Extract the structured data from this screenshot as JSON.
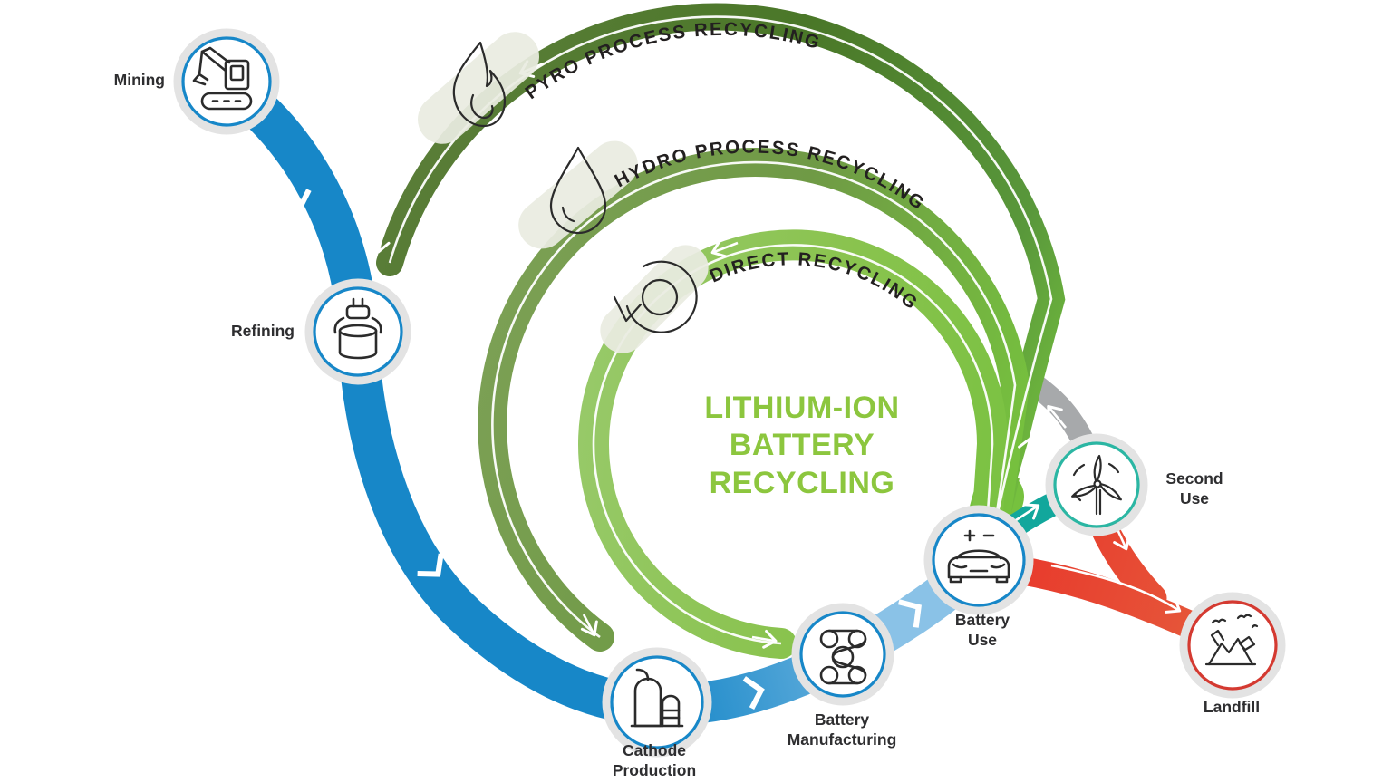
{
  "title": {
    "line1": "LITHIUM-ION",
    "line2": "BATTERY",
    "line3": "RECYCLING"
  },
  "loops": [
    {
      "label": "PYRO PROCESS RECYCLING",
      "icon": "flame-icon",
      "color": "#55792F"
    },
    {
      "label": "HYDRO PROCESS RECYCLING",
      "icon": "water-drop-icon",
      "color": "#7CA055"
    },
    {
      "label": "DIRECT RECYCLING",
      "icon": "circular-arrows-icon",
      "color": "#8CC455"
    }
  ],
  "nodes": [
    {
      "label": "Mining",
      "icon": "excavator-icon",
      "border": "#1787C8"
    },
    {
      "label": "Refining",
      "icon": "smelter-icon",
      "border": "#1787C8"
    },
    {
      "label": "Cathode\nProduction",
      "icon": "factory-tanks-icon",
      "border": "#1787C8"
    },
    {
      "label": "Battery\nManufacturing",
      "icon": "rollers-icon",
      "border": "#1787C8"
    },
    {
      "label": "Battery\nUse",
      "icon": "electric-car-icon",
      "border": "#1787C8"
    },
    {
      "label": "Second\nUse",
      "icon": "wind-turbine-icon",
      "border": "#2BB6A3"
    },
    {
      "label": "Landfill",
      "icon": "landfill-icon",
      "border": "#D43A31"
    }
  ],
  "colors": {
    "primary_blue": "#1787C8",
    "light_blue": "#8AC2E7",
    "bright_green": "#76C13E",
    "pyro_green": "#55792F",
    "hydro_green": "#7CA055",
    "direct_green": "#8CC455",
    "teal": "#12A79C",
    "red": "#E8382C",
    "gray_return": "#A7A9AB",
    "title_green": "#8CC63E",
    "label_dark": "#2E2E30",
    "node_ring": "#E3E3E3"
  }
}
